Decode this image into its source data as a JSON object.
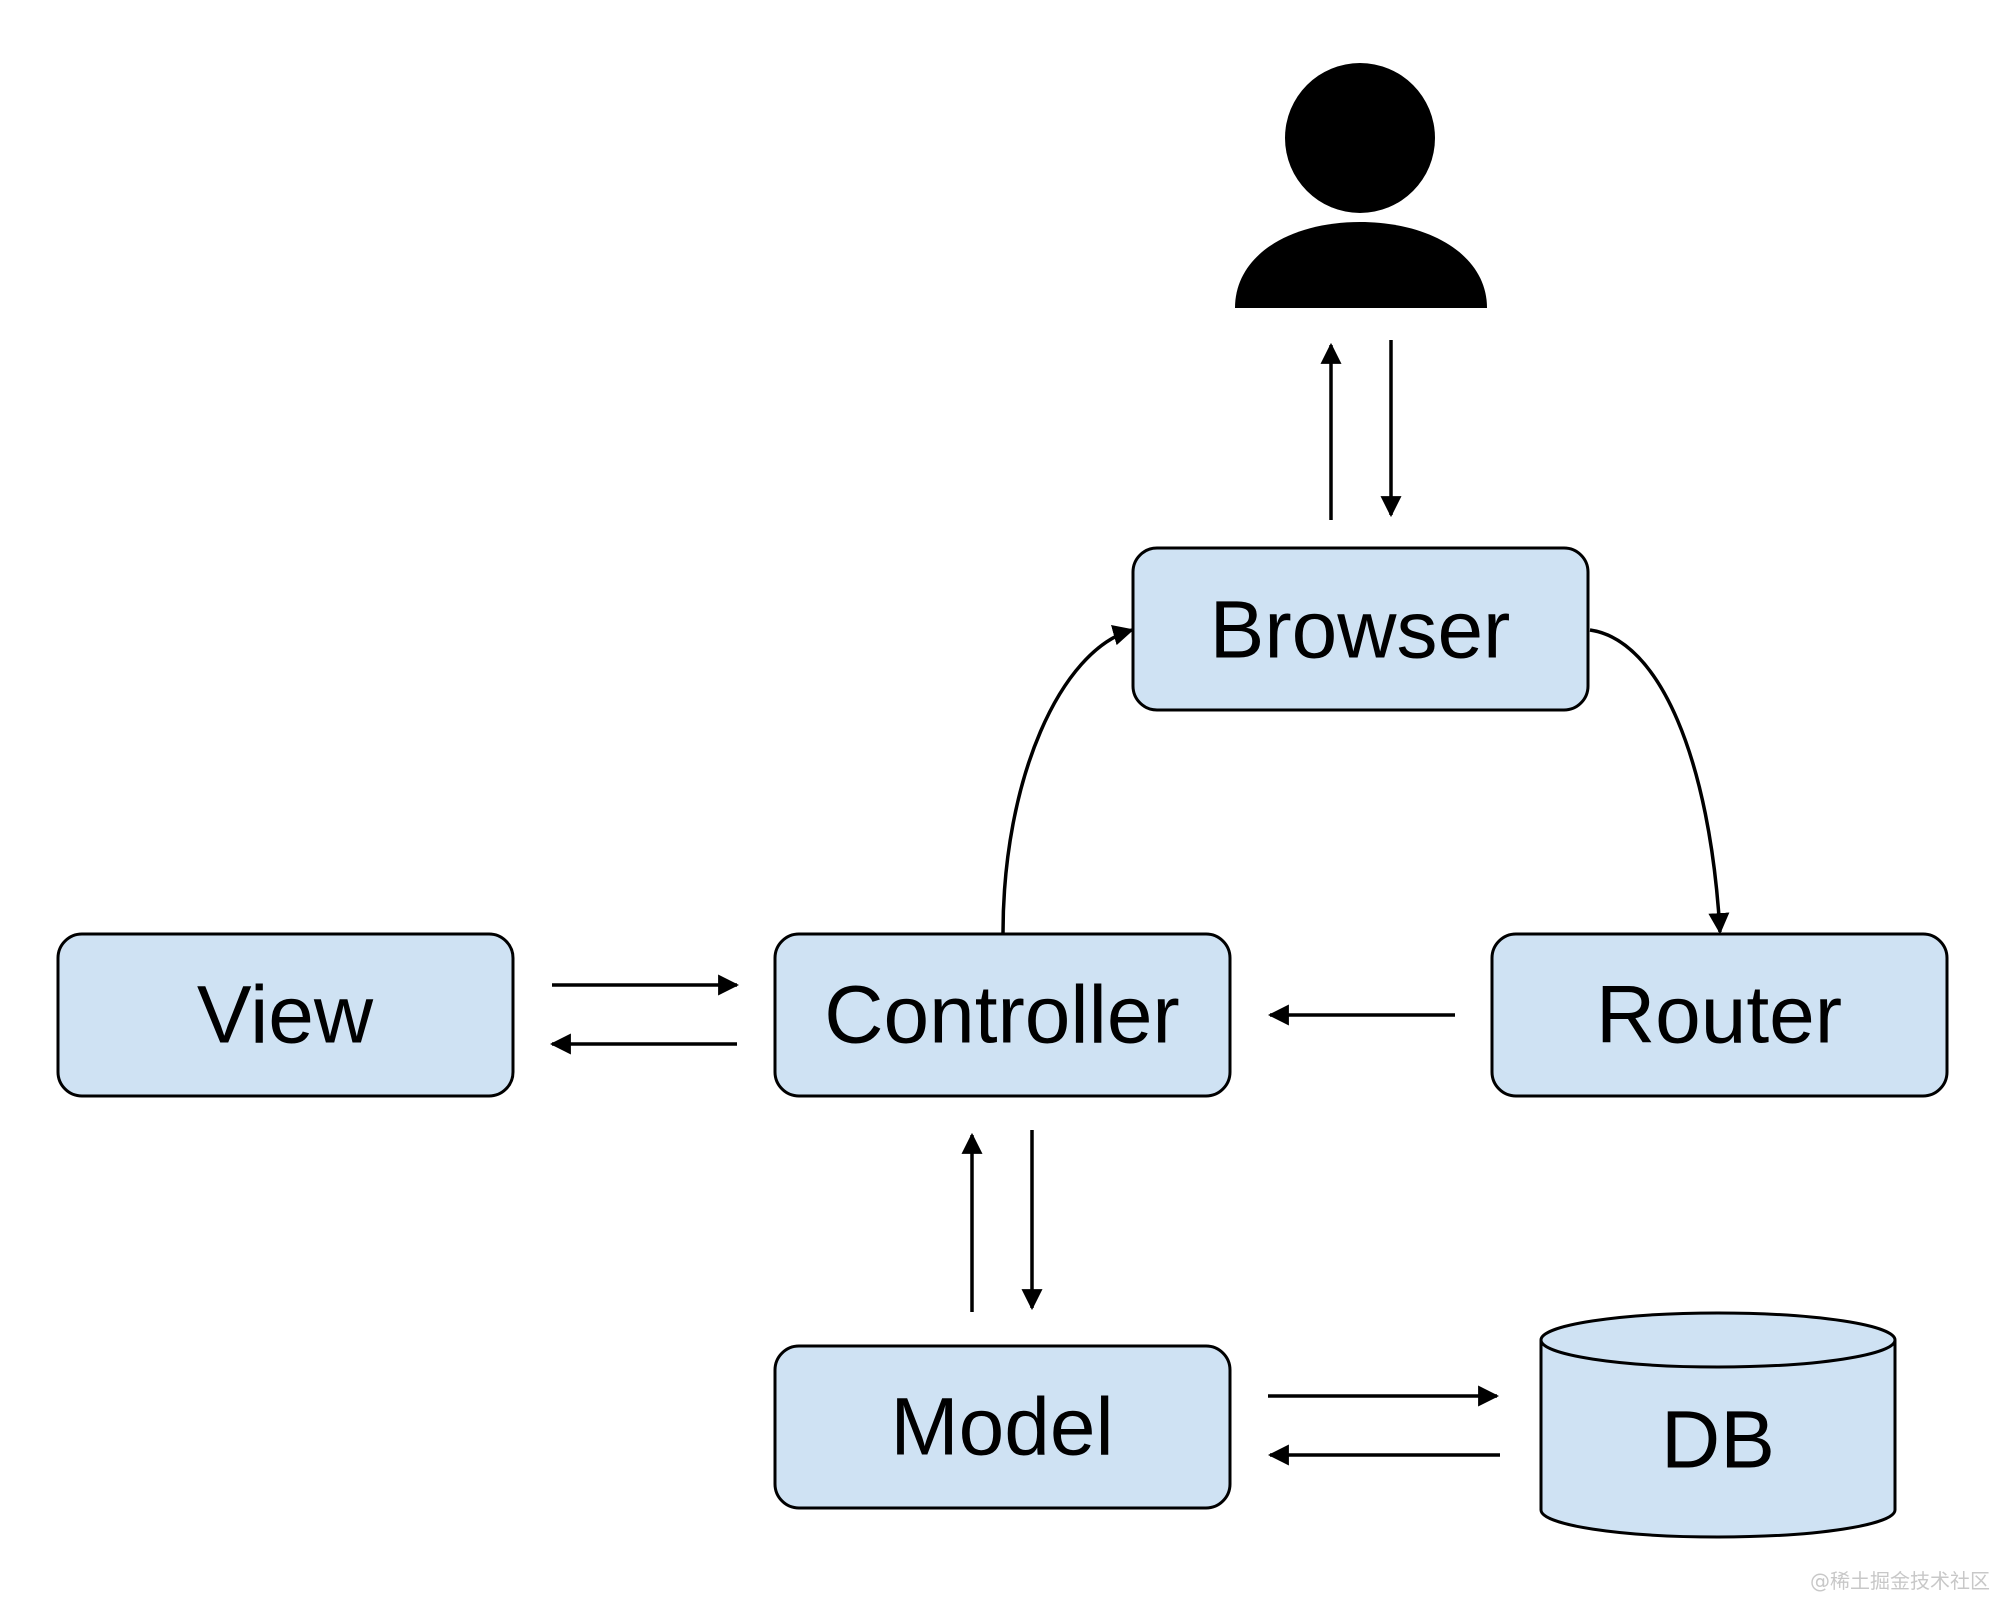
{
  "nodes": {
    "browser": {
      "label": "Browser"
    },
    "view": {
      "label": "View"
    },
    "controller": {
      "label": "Controller"
    },
    "router": {
      "label": "Router"
    },
    "model": {
      "label": "Model"
    },
    "db": {
      "label": "DB"
    }
  },
  "user_icon": "person-icon",
  "edges": [
    {
      "from": "user",
      "to": "browser"
    },
    {
      "from": "browser",
      "to": "user"
    },
    {
      "from": "browser",
      "to": "router"
    },
    {
      "from": "router",
      "to": "controller"
    },
    {
      "from": "controller",
      "to": "browser"
    },
    {
      "from": "view",
      "to": "controller"
    },
    {
      "from": "controller",
      "to": "view"
    },
    {
      "from": "controller",
      "to": "model"
    },
    {
      "from": "model",
      "to": "controller"
    },
    {
      "from": "model",
      "to": "db"
    },
    {
      "from": "db",
      "to": "model"
    }
  ],
  "colors": {
    "node_fill": "#cfe2f3",
    "stroke": "#000000"
  },
  "watermark": "@稀土掘金技术社区"
}
